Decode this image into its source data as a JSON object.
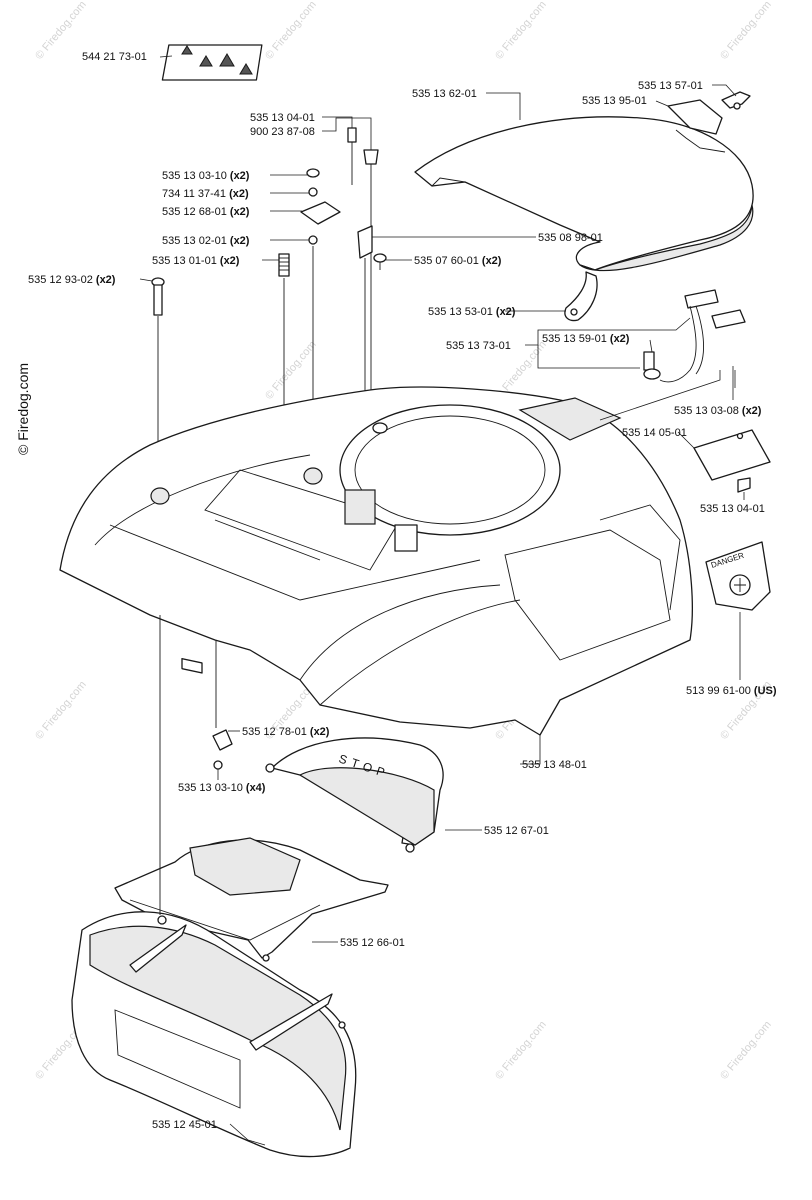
{
  "copyright_side": "© Firedog.com",
  "watermark": "© Firedog.com",
  "colors": {
    "line": "#1a1a1a",
    "fill": "#ffffff",
    "watermark": "#d4d4d4",
    "shade": "#e9e9e9"
  },
  "danger_sign": {
    "text": "DANGER"
  },
  "stop_cover": {
    "text": "STOP"
  },
  "parts": [
    {
      "number": "544 21 73-01",
      "qty": ""
    },
    {
      "number": "535 13 62-01",
      "qty": ""
    },
    {
      "number": "535 13 57-01",
      "qty": ""
    },
    {
      "number": "535 13 95-01",
      "qty": ""
    },
    {
      "number": "535 13 04-01",
      "qty": ""
    },
    {
      "number": "900 23 87-08",
      "qty": ""
    },
    {
      "number": "535 13 03-10",
      "qty": "(x2)"
    },
    {
      "number": "734 11 37-41",
      "qty": "(x2)"
    },
    {
      "number": "535 12 68-01",
      "qty": "(x2)"
    },
    {
      "number": "535 13 02-01",
      "qty": "(x2)"
    },
    {
      "number": "535 08 98-01",
      "qty": ""
    },
    {
      "number": "535 13 01-01",
      "qty": "(x2)"
    },
    {
      "number": "535 07 60-01",
      "qty": "(x2)"
    },
    {
      "number": "535 12 93-02",
      "qty": "(x2)"
    },
    {
      "number": "535 13 53-01",
      "qty": "(x2)"
    },
    {
      "number": "535 13 59-01",
      "qty": "(x2)"
    },
    {
      "number": "535 13 73-01",
      "qty": ""
    },
    {
      "number": "535 13 03-08",
      "qty": "(x2)"
    },
    {
      "number": "535 14 05-01",
      "qty": ""
    },
    {
      "number": "535 13 04-01",
      "qty": ""
    },
    {
      "number": "513 99 61-00",
      "qty": "(US)"
    },
    {
      "number": "535 12 78-01",
      "qty": "(x2)"
    },
    {
      "number": "535 13 48-01",
      "qty": ""
    },
    {
      "number": "535 13 03-10",
      "qty": "(x4)"
    },
    {
      "number": "535 12 67-01",
      "qty": ""
    },
    {
      "number": "535 12 66-01",
      "qty": ""
    },
    {
      "number": "535 12 45-01",
      "qty": ""
    }
  ]
}
